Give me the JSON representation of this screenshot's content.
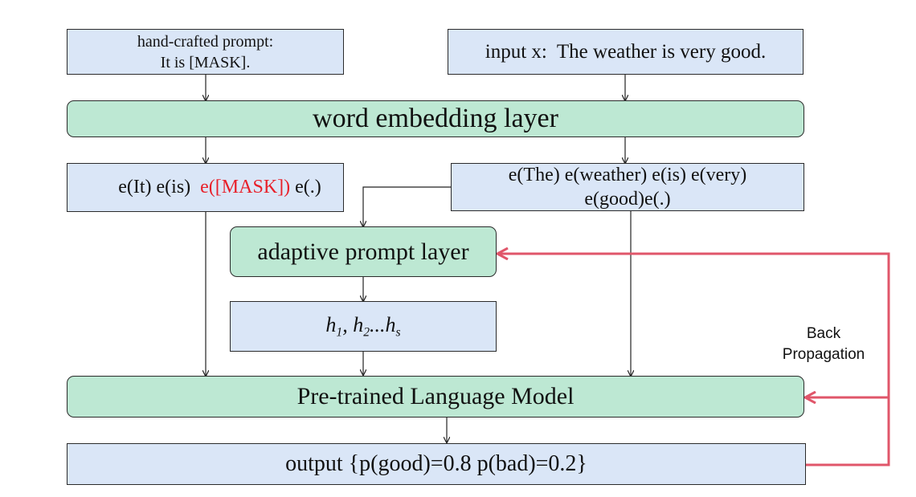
{
  "prompt_box": {
    "line1": "hand-crafted prompt:",
    "line2": "It is [MASK]."
  },
  "input_box": {
    "text": "input x:  The weather is very good."
  },
  "embedding_layer": {
    "label": "word embedding layer"
  },
  "prompt_embeddings": {
    "prefix": "e(It) e(is)  ",
    "mask": "e([MASK])",
    "suffix": " e(.)"
  },
  "input_embeddings": {
    "line1": "e(The) e(weather) e(is) e(very)",
    "line2": "e(good)e(.)"
  },
  "adaptive_layer": {
    "label": "adaptive prompt layer"
  },
  "hidden_states": {
    "h": "h",
    "sub1": "1",
    "sub2": "2",
    "subs": "s",
    "sep": ", ",
    "dots": "..."
  },
  "plm": {
    "label": "Pre-trained Language Model"
  },
  "output_box": {
    "text": "output {p(good)=0.8 p(bad)=0.2}"
  },
  "back_propagation": {
    "line1": "Back",
    "line2": "Propagation"
  },
  "colors": {
    "box_blue": "#dae6f7",
    "box_green": "#bde8d3",
    "feedback_arrow": "#e0566a",
    "mask_text": "#e8202a"
  }
}
